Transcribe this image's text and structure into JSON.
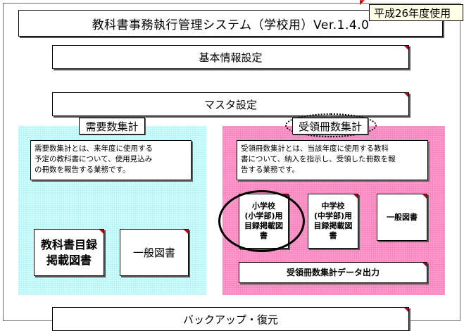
{
  "title": "教科書事務執行管理システム（学校用）Ver.1.4.0",
  "year_badge": "平成26年度使用",
  "buttons": {
    "basic_info": "基本情報設定",
    "master": "マスタ設定",
    "backup": "バックアップ・復元"
  },
  "demand_section": {
    "label": "需要数集計",
    "description_lines": [
      "需要数集計とは、来年度に使用する",
      "予定の教科書について、使用見込み",
      "の冊数を報告する業務です。"
    ],
    "buttons": {
      "textbook_catalog": [
        "教科書目録",
        "掲載図書"
      ],
      "general_books": "一般図書"
    }
  },
  "received_section": {
    "label": "受領冊数集計",
    "description_lines": [
      "受領冊数集計とは、当該年度に使用する教科",
      "書について、納入を指示し、受領した冊数を報",
      "告する業務です。"
    ],
    "buttons": {
      "elementary": [
        "小学校",
        "(小学部)用",
        "目録掲載図",
        "書"
      ],
      "junior_high": [
        "中学校",
        "(中学部)用",
        "目録掲載図",
        "書"
      ],
      "general_books": "一般図書",
      "data_output": "受領冊数集計データ出力"
    }
  },
  "colors": {
    "demand_panel": "#ccffff",
    "received_panel": "#ff99cc",
    "year_badge_bg": "#ffffe6",
    "corner_marker": "#c0001a"
  }
}
